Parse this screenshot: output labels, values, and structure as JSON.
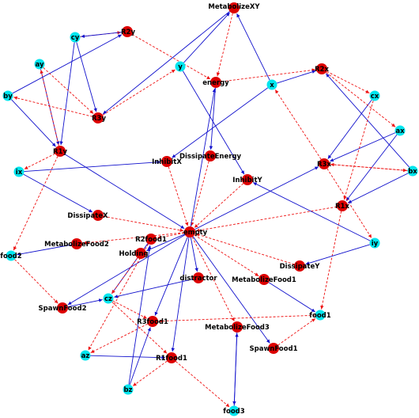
{
  "colors": {
    "species_node": "#00e5ee",
    "reaction_node": "#dd0000",
    "reactant_edge": "#1010cc",
    "product_edge": "#ee1111",
    "label": "#000000"
  },
  "nodes": [
    {
      "id": "cy",
      "label": "cy",
      "kind": "species"
    },
    {
      "id": "ay",
      "label": "ay",
      "kind": "species"
    },
    {
      "id": "by",
      "label": "by",
      "kind": "species"
    },
    {
      "id": "ix",
      "label": "ix",
      "kind": "species"
    },
    {
      "id": "y",
      "label": "y",
      "kind": "species"
    },
    {
      "id": "x",
      "label": "x",
      "kind": "species"
    },
    {
      "id": "cx",
      "label": "cx",
      "kind": "species"
    },
    {
      "id": "ax",
      "label": "ax",
      "kind": "species"
    },
    {
      "id": "bx",
      "label": "bx",
      "kind": "species"
    },
    {
      "id": "iy",
      "label": "iy",
      "kind": "species"
    },
    {
      "id": "food2",
      "label": "food2",
      "kind": "species"
    },
    {
      "id": "cz",
      "label": "cz",
      "kind": "species"
    },
    {
      "id": "az",
      "label": "az",
      "kind": "species"
    },
    {
      "id": "bz",
      "label": "bz",
      "kind": "species"
    },
    {
      "id": "food1",
      "label": "food1",
      "kind": "species"
    },
    {
      "id": "food3",
      "label": "food3",
      "kind": "species"
    },
    {
      "id": "MetabolizeXY",
      "label": "MetabolizeXY",
      "kind": "reaction"
    },
    {
      "id": "R2y",
      "label": "R2y",
      "kind": "reaction"
    },
    {
      "id": "energy",
      "label": "energy",
      "kind": "reaction"
    },
    {
      "id": "R2x",
      "label": "R2x",
      "kind": "reaction"
    },
    {
      "id": "R3y",
      "label": "R3y",
      "kind": "reaction"
    },
    {
      "id": "R1y",
      "label": "R1y",
      "kind": "reaction"
    },
    {
      "id": "DissipateEnergy",
      "label": "DissipateEnergy",
      "kind": "reaction"
    },
    {
      "id": "InhibitX",
      "label": "InhibitX",
      "kind": "reaction"
    },
    {
      "id": "R3x",
      "label": "R3x",
      "kind": "reaction"
    },
    {
      "id": "InhibitY",
      "label": "InhibitY",
      "kind": "reaction"
    },
    {
      "id": "R1x",
      "label": "R1x",
      "kind": "reaction"
    },
    {
      "id": "DissipateX",
      "label": "DissipateX",
      "kind": "reaction"
    },
    {
      "id": "empty",
      "label": "empty",
      "kind": "reaction"
    },
    {
      "id": "MetabolizeFood2",
      "label": "MetabolizeFood2",
      "kind": "reaction"
    },
    {
      "id": "R2food1",
      "label": "R2food1",
      "kind": "reaction"
    },
    {
      "id": "Holding",
      "label": "Holding",
      "kind": "reaction"
    },
    {
      "id": "distractor",
      "label": "distractor",
      "kind": "reaction"
    },
    {
      "id": "DissipateY",
      "label": "DissipateY",
      "kind": "reaction"
    },
    {
      "id": "MetabolizeFood1",
      "label": "MetabolizeFood1",
      "kind": "reaction"
    },
    {
      "id": "SpawnFood2",
      "label": "SpawnFood2",
      "kind": "reaction"
    },
    {
      "id": "R3food1",
      "label": "R3food1",
      "kind": "reaction"
    },
    {
      "id": "MetabolizeFood3",
      "label": "MetabolizeFood3",
      "kind": "reaction"
    },
    {
      "id": "SpawnFood1",
      "label": "SpawnFood1",
      "kind": "reaction"
    },
    {
      "id": "R1food1",
      "label": "R1food1",
      "kind": "reaction"
    }
  ],
  "edges": [
    {
      "from": "cy",
      "to": "R2y",
      "type": "product"
    },
    {
      "from": "R2y",
      "to": "cy",
      "type": "reactant"
    },
    {
      "from": "R2y",
      "to": "energy",
      "type": "product"
    },
    {
      "from": "by",
      "to": "R2y",
      "type": "reactant"
    },
    {
      "from": "cy",
      "to": "R3y",
      "type": "reactant"
    },
    {
      "from": "cy",
      "to": "R1y",
      "type": "reactant"
    },
    {
      "from": "ay",
      "to": "R3y",
      "type": "product"
    },
    {
      "from": "ay",
      "to": "R1y",
      "type": "reactant"
    },
    {
      "from": "R3y",
      "to": "by",
      "type": "product"
    },
    {
      "from": "by",
      "to": "R1y",
      "type": "reactant"
    },
    {
      "from": "R3y",
      "to": "y",
      "type": "product"
    },
    {
      "from": "R1y",
      "to": "ay",
      "type": "product"
    },
    {
      "from": "R1y",
      "to": "food2",
      "type": "product"
    },
    {
      "from": "R1y",
      "to": "empty",
      "type": "reactant"
    },
    {
      "from": "R1y",
      "to": "ix",
      "type": "product"
    },
    {
      "from": "y",
      "to": "MetabolizeXY",
      "type": "reactant"
    },
    {
      "from": "MetabolizeXY",
      "to": "energy",
      "type": "product"
    },
    {
      "from": "MetabolizeXY",
      "to": "R3y",
      "type": "reactant"
    },
    {
      "from": "x",
      "to": "MetabolizeXY",
      "type": "reactant"
    },
    {
      "from": "y",
      "to": "InhibitY",
      "type": "reactant"
    },
    {
      "from": "energy",
      "to": "DissipateEnergy",
      "type": "reactant"
    },
    {
      "from": "energy",
      "to": "R2x",
      "type": "product"
    },
    {
      "from": "x",
      "to": "R2x",
      "type": "reactant"
    },
    {
      "from": "R2x",
      "to": "cx",
      "type": "product"
    },
    {
      "from": "cx",
      "to": "R3x",
      "type": "reactant"
    },
    {
      "from": "R2x",
      "to": "ax",
      "type": "product"
    },
    {
      "from": "ax",
      "to": "R3x",
      "type": "reactant"
    },
    {
      "from": "ax",
      "to": "R1x",
      "type": "reactant"
    },
    {
      "from": "bx",
      "to": "R3x",
      "type": "product"
    },
    {
      "from": "bx",
      "to": "R2x",
      "type": "reactant"
    },
    {
      "from": "R3x",
      "to": "x",
      "type": "product"
    },
    {
      "from": "R3x",
      "to": "bx",
      "type": "product"
    },
    {
      "from": "R3x",
      "to": "iy",
      "type": "product"
    },
    {
      "from": "cx",
      "to": "R1x",
      "type": "product"
    },
    {
      "from": "R1x",
      "to": "food1",
      "type": "product"
    },
    {
      "from": "R1x",
      "to": "empty",
      "type": "product"
    },
    {
      "from": "bx",
      "to": "R1x",
      "type": "reactant"
    },
    {
      "from": "x",
      "to": "InhibitX",
      "type": "reactant"
    },
    {
      "from": "ix",
      "to": "InhibitX",
      "type": "reactant"
    },
    {
      "from": "ix",
      "to": "DissipateX",
      "type": "reactant"
    },
    {
      "from": "iy",
      "to": "InhibitY",
      "type": "reactant"
    },
    {
      "from": "iy",
      "to": "DissipateY",
      "type": "reactant"
    },
    {
      "from": "InhibitX",
      "to": "empty",
      "type": "product"
    },
    {
      "from": "InhibitY",
      "to": "empty",
      "type": "product"
    },
    {
      "from": "DissipateEnergy",
      "to": "empty",
      "type": "product"
    },
    {
      "from": "DissipateX",
      "to": "empty",
      "type": "product"
    },
    {
      "from": "DissipateY",
      "to": "empty",
      "type": "product"
    },
    {
      "from": "empty",
      "to": "R3x",
      "type": "reactant"
    },
    {
      "from": "empty",
      "to": "Holding",
      "type": "reactant"
    },
    {
      "from": "empty",
      "to": "MetabolizeFood2",
      "type": "product"
    },
    {
      "from": "MetabolizeFood2",
      "to": "food2",
      "type": "reactant"
    },
    {
      "from": "empty",
      "to": "R2food1",
      "type": "product"
    },
    {
      "from": "empty",
      "to": "distractor",
      "type": "reactant"
    },
    {
      "from": "empty",
      "to": "MetabolizeFood1",
      "type": "product"
    },
    {
      "from": "empty",
      "to": "MetabolizeFood3",
      "type": "product"
    },
    {
      "from": "empty",
      "to": "SpawnFood2",
      "type": "reactant"
    },
    {
      "from": "empty",
      "to": "R3food1",
      "type": "reactant"
    },
    {
      "from": "empty",
      "to": "R1food1",
      "type": "reactant"
    },
    {
      "from": "empty",
      "to": "SpawnFood1",
      "type": "reactant"
    },
    {
      "from": "empty",
      "to": "energy",
      "type": "reactant"
    },
    {
      "from": "food2",
      "to": "SpawnFood2",
      "type": "product"
    },
    {
      "from": "MetabolizeFood1",
      "to": "food1",
      "type": "reactant"
    },
    {
      "from": "SpawnFood1",
      "to": "food1",
      "type": "product"
    },
    {
      "from": "food1",
      "to": "R3food1",
      "type": "product"
    },
    {
      "from": "MetabolizeFood3",
      "to": "food3",
      "type": "reactant"
    },
    {
      "from": "food3",
      "to": "MetabolizeFood3",
      "type": "reactant"
    },
    {
      "from": "R2food1",
      "to": "cz",
      "type": "reactant"
    },
    {
      "from": "Holding",
      "to": "cz",
      "type": "product"
    },
    {
      "from": "cz",
      "to": "R3food1",
      "type": "product"
    },
    {
      "from": "cz",
      "to": "R1food1",
      "type": "product"
    },
    {
      "from": "R3food1",
      "to": "az",
      "type": "product"
    },
    {
      "from": "az",
      "to": "R1food1",
      "type": "reactant"
    },
    {
      "from": "R1food1",
      "to": "bz",
      "type": "product"
    },
    {
      "from": "bz",
      "to": "R2food1",
      "type": "reactant"
    },
    {
      "from": "bz",
      "to": "R3food1",
      "type": "reactant"
    },
    {
      "from": "R1food1",
      "to": "food3",
      "type": "product"
    },
    {
      "from": "R2food1",
      "to": "az",
      "type": "product"
    },
    {
      "from": "SpawnFood2",
      "to": "cz",
      "type": "reactant"
    },
    {
      "from": "distractor",
      "to": "cz",
      "type": "reactant"
    }
  ]
}
